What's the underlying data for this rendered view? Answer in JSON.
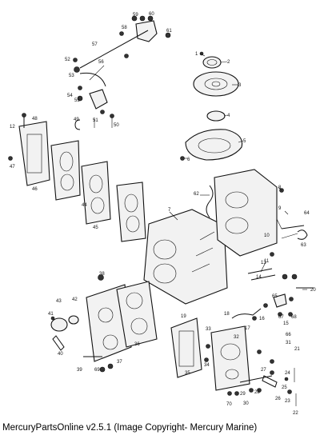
{
  "footer": {
    "text": "MercuryPartsOnline v2.5.1 (Image Copyright- Mercury Marine)"
  },
  "diagram": {
    "callouts": [
      {
        "label": "1"
      },
      {
        "label": "2"
      },
      {
        "label": "3"
      },
      {
        "label": "4"
      },
      {
        "label": "5"
      },
      {
        "label": "6"
      },
      {
        "label": "7"
      },
      {
        "label": "8"
      },
      {
        "label": "9"
      },
      {
        "label": "10"
      },
      {
        "label": "11"
      },
      {
        "label": "12"
      },
      {
        "label": "13"
      },
      {
        "label": "14"
      },
      {
        "label": "15"
      },
      {
        "label": "16"
      },
      {
        "label": "17"
      },
      {
        "label": "18"
      },
      {
        "label": "19"
      },
      {
        "label": "20"
      },
      {
        "label": "21"
      },
      {
        "label": "22"
      },
      {
        "label": "23"
      },
      {
        "label": "24"
      },
      {
        "label": "25"
      },
      {
        "label": "26"
      },
      {
        "label": "27"
      },
      {
        "label": "28"
      },
      {
        "label": "29"
      },
      {
        "label": "30"
      },
      {
        "label": "31"
      },
      {
        "label": "32"
      },
      {
        "label": "33"
      },
      {
        "label": "34"
      },
      {
        "label": "35"
      },
      {
        "label": "36"
      },
      {
        "label": "37"
      },
      {
        "label": "38"
      },
      {
        "label": "39"
      },
      {
        "label": "40"
      },
      {
        "label": "41"
      },
      {
        "label": "42"
      },
      {
        "label": "43"
      },
      {
        "label": "44"
      },
      {
        "label": "45"
      },
      {
        "label": "46"
      },
      {
        "label": "47"
      },
      {
        "label": "48"
      },
      {
        "label": "49"
      },
      {
        "label": "50"
      },
      {
        "label": "51"
      },
      {
        "label": "52"
      },
      {
        "label": "53"
      },
      {
        "label": "54"
      },
      {
        "label": "55"
      },
      {
        "label": "56"
      },
      {
        "label": "57"
      },
      {
        "label": "58"
      },
      {
        "label": "59"
      },
      {
        "label": "60"
      },
      {
        "label": "61"
      },
      {
        "label": "62"
      },
      {
        "label": "63"
      },
      {
        "label": "64"
      },
      {
        "label": "65"
      },
      {
        "label": "66"
      },
      {
        "label": "67"
      },
      {
        "label": "68"
      },
      {
        "label": "69"
      },
      {
        "label": "70"
      }
    ]
  }
}
